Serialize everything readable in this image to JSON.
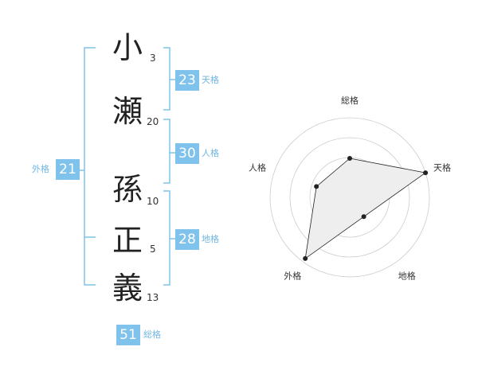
{
  "name_chars": [
    {
      "char": "小",
      "strokes": "3"
    },
    {
      "char": "瀬",
      "strokes": "20"
    },
    {
      "char": "孫",
      "strokes": "10"
    },
    {
      "char": "正",
      "strokes": "5"
    },
    {
      "char": "義",
      "strokes": "13"
    }
  ],
  "kaku": {
    "tenkaku": {
      "value": "23",
      "label": "天格"
    },
    "jinkaku": {
      "value": "30",
      "label": "人格"
    },
    "chikaku": {
      "value": "28",
      "label": "地格"
    },
    "gaikaku": {
      "value": "21",
      "label": "外格"
    },
    "soukaku": {
      "value": "51",
      "label": "総格"
    }
  },
  "colors": {
    "accent": "#7fc3ec",
    "bracket": "#7fc3ec",
    "radar_fill": "#eeeeee"
  },
  "chart_data": {
    "type": "radar",
    "axes": [
      "総格",
      "天格",
      "地格",
      "外格",
      "人格"
    ],
    "values": [
      0.49,
      1.0,
      0.3,
      0.95,
      0.44
    ],
    "rings": 4,
    "grid": true
  }
}
